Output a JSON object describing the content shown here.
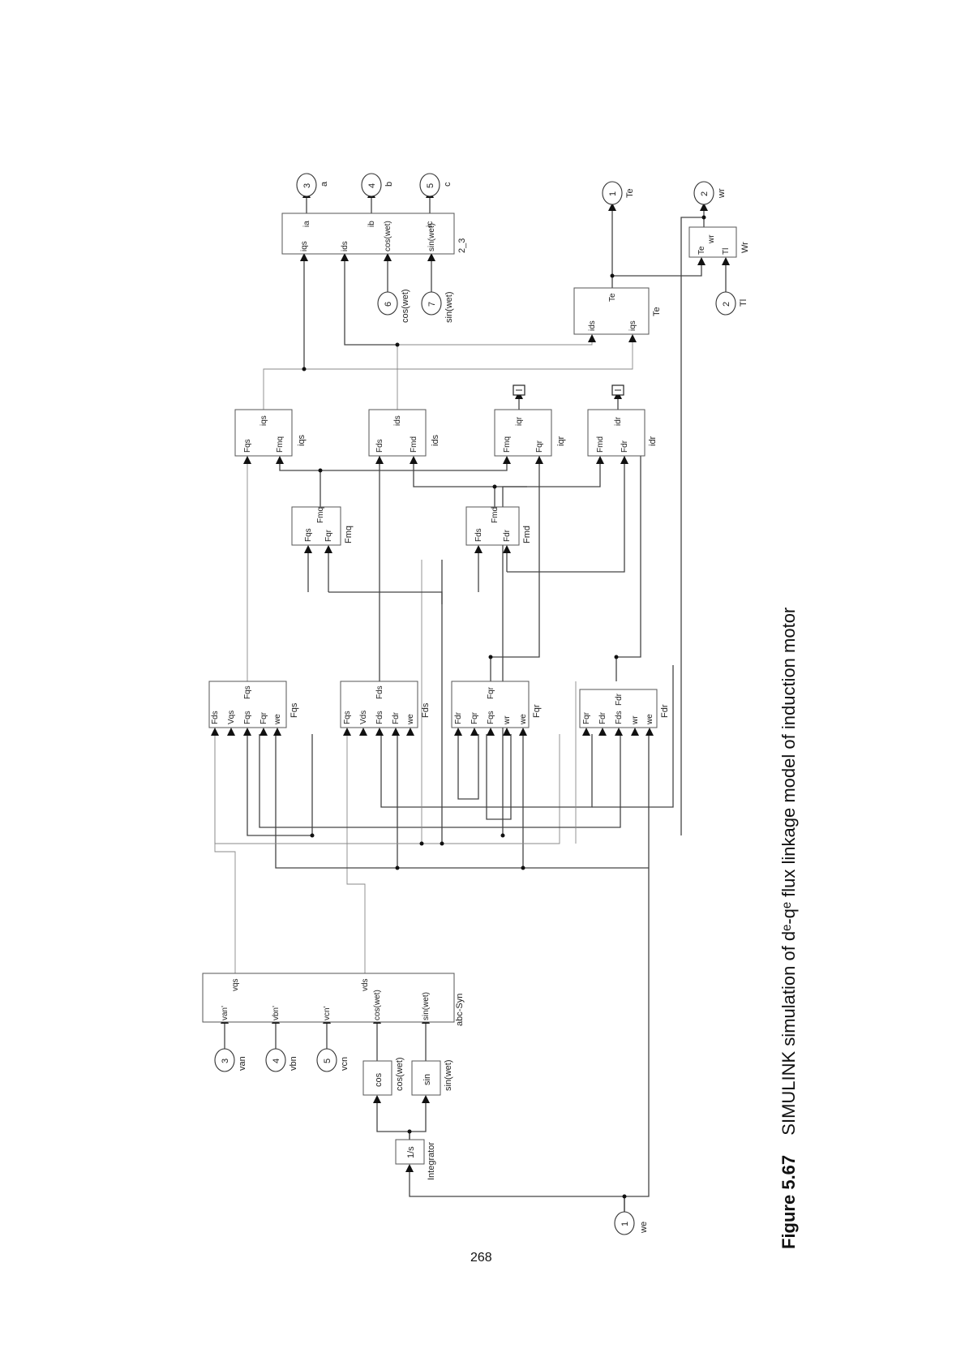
{
  "page_number": "268",
  "caption": {
    "figure_label": "Figure 5.67",
    "text": "SIMULINK simulation of dᵉ-qᵉ flux linkage model of induction motor"
  },
  "inports": [
    {
      "num": "1",
      "name": "we"
    },
    {
      "num": "3",
      "name": "van"
    },
    {
      "num": "4",
      "name": "vbn"
    },
    {
      "num": "5",
      "name": "vcn"
    },
    {
      "num": "6",
      "name": "cos(wet)"
    },
    {
      "num": "7",
      "name": "sin(wet)"
    },
    {
      "num": "2",
      "name": "Tl"
    }
  ],
  "outports": [
    {
      "num": "3",
      "name": "a"
    },
    {
      "num": "4",
      "name": "b"
    },
    {
      "num": "5",
      "name": "c"
    },
    {
      "num": "1",
      "name": "Te"
    },
    {
      "num": "2",
      "name": "wr"
    }
  ],
  "blocks": {
    "integrator": {
      "text": "1/s",
      "name": "Integrator"
    },
    "cos": {
      "text": "cos",
      "name": "cos(wet)"
    },
    "sin": {
      "text": "sin",
      "name": "sin(wet)"
    },
    "abc_syn": {
      "name": "abc-Syn",
      "in": [
        "van'",
        "vbn'",
        "vcn'",
        "cos(wet)",
        "sin(wet)"
      ],
      "out": [
        "vqs",
        "vds"
      ]
    },
    "fqs": {
      "name": "Fqs",
      "in": [
        "Fds",
        "Vqs",
        "Fqs",
        "Fqr",
        "we"
      ],
      "out": "Fqs"
    },
    "fds": {
      "name": "Fds",
      "in": [
        "Fqs",
        "Vds",
        "Fds",
        "Fdr",
        "we"
      ],
      "out": "Fds"
    },
    "fqr": {
      "name": "Fqr",
      "in": [
        "Fdr",
        "Fqr",
        "Fqs",
        "wr",
        "we"
      ],
      "out": "Fqr"
    },
    "fdr": {
      "name": "Fdr",
      "in": [
        "Fqr",
        "Fdr",
        "Fds",
        "wr",
        "we"
      ],
      "out": "Fdr"
    },
    "fmq": {
      "name": "Fmq",
      "in": [
        "Fqs",
        "Fqr"
      ],
      "out": "Fmq"
    },
    "fmd": {
      "name": "Fmd",
      "in": [
        "Fds",
        "Fdr"
      ],
      "out": "Fmd"
    },
    "iqs": {
      "name": "iqs",
      "in": [
        "Fqs",
        "Fmq"
      ],
      "out": "iqs"
    },
    "ids": {
      "name": "ids",
      "in": [
        "Fds",
        "Fmd"
      ],
      "out": "ids"
    },
    "iqr": {
      "name": "iqr",
      "in": [
        "Fmq",
        "Fqr"
      ],
      "out": "iqr"
    },
    "idr": {
      "name": "idr",
      "in": [
        "Fmd",
        "Fdr"
      ],
      "out": "idr"
    },
    "te": {
      "name": "Te",
      "in": [
        "ids",
        "iqs"
      ],
      "out": "Te"
    },
    "wr": {
      "name": "Wr",
      "in": [
        "Te",
        "Tl"
      ],
      "out": "wr"
    },
    "t23": {
      "name": "2_3",
      "in": [
        "iqs",
        "ids",
        "cos(wet)",
        "sin(wet)"
      ],
      "out": [
        "ia",
        "ib",
        "ic"
      ]
    }
  }
}
